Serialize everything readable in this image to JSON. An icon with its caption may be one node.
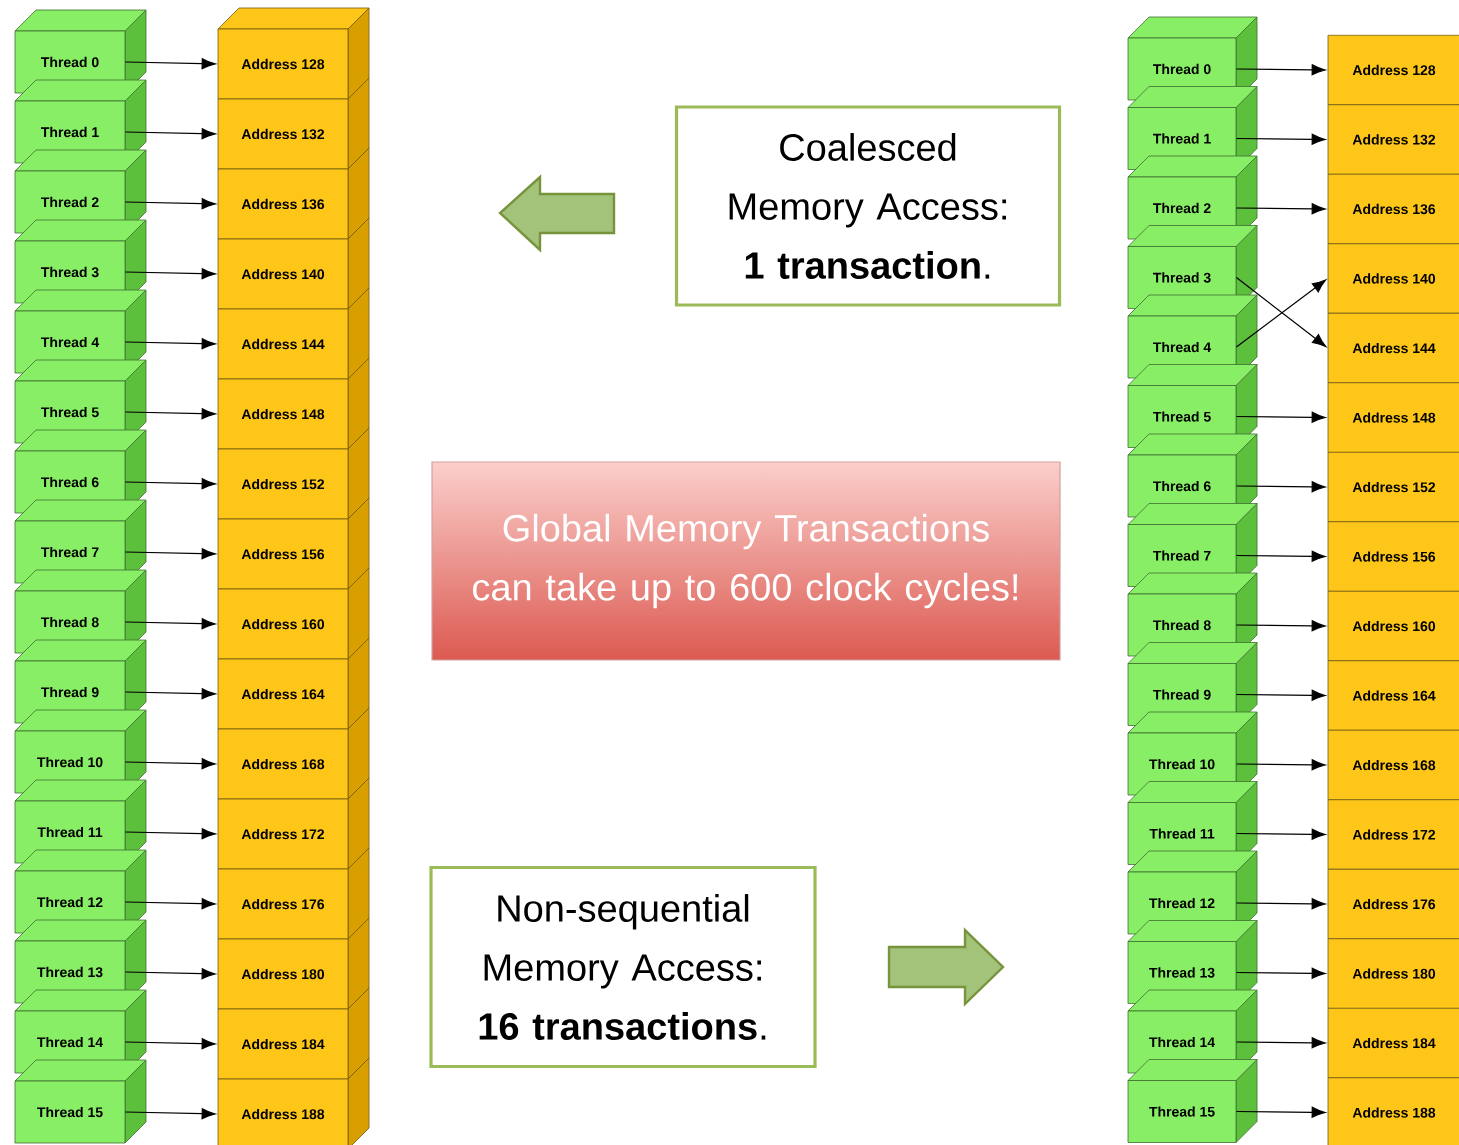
{
  "diagram": {
    "nodes": [
      {
        "text": [
          "Thread 0"
        ]
      },
      {
        "text": [
          "Thread 1"
        ]
      },
      {
        "text": [
          "Thread 2"
        ]
      },
      {
        "text": [
          "Thread 3"
        ]
      },
      {
        "text": [
          "Thread 4"
        ]
      },
      {
        "text": [
          "Thread 5"
        ]
      },
      {
        "text": [
          "Thread 6"
        ]
      },
      {
        "text": [
          "Thread 7"
        ]
      },
      {
        "text": [
          "Thread 8"
        ]
      },
      {
        "text": [
          "Thread 9"
        ]
      },
      {
        "text": [
          "Thread 10"
        ]
      },
      {
        "text": [
          "Thread 11"
        ]
      },
      {
        "text": [
          "Thread 12"
        ]
      },
      {
        "text": [
          "Thread 13"
        ]
      },
      {
        "text": [
          "Thread 14"
        ]
      },
      {
        "text": [
          "Thread 15"
        ]
      },
      {
        "text": [
          "Address 128"
        ]
      },
      {
        "text": [
          "Address 132"
        ]
      },
      {
        "text": [
          "Address 136"
        ]
      },
      {
        "text": [
          "Address 140"
        ]
      },
      {
        "text": [
          "Address 144"
        ]
      },
      {
        "text": [
          "Address 148"
        ]
      },
      {
        "text": [
          "Address 152"
        ]
      },
      {
        "text": [
          "Address 156"
        ]
      },
      {
        "text": [
          "Address 160"
        ]
      },
      {
        "text": [
          "Address 164"
        ]
      },
      {
        "text": [
          "Address 168"
        ]
      },
      {
        "text": [
          "Address 172"
        ]
      },
      {
        "text": [
          "Address 176"
        ]
      },
      {
        "text": [
          "Address 180"
        ]
      },
      {
        "text": [
          "Address 184"
        ]
      },
      {
        "text": [
          "Address 188"
        ]
      },
      {
        "text": [
          "Coalesced Memory Access: **1 transaction**."
        ]
      },
      {
        "text": [
          "Global Memory Transactions can take up to 600 clock cycles!"
        ]
      },
      {
        "text": [
          "Non-sequential Memory Access: **16 transactions**."
        ]
      },
      {
        "text": [
          "Thread 0"
        ]
      },
      {
        "text": [
          "Thread 1"
        ]
      },
      {
        "text": [
          "Thread 2"
        ]
      },
      {
        "text": [
          "Thread 3"
        ]
      },
      {
        "text": [
          "Thread 4"
        ]
      },
      {
        "text": [
          "Thread 5"
        ]
      },
      {
        "text": [
          "Thread 6"
        ]
      },
      {
        "text": [
          "Thread 7"
        ]
      },
      {
        "text": [
          "Thread 8"
        ]
      },
      {
        "text": [
          "Thread 9"
        ]
      },
      {
        "text": [
          "Thread 10"
        ]
      },
      {
        "text": [
          "Thread 11"
        ]
      },
      {
        "text": [
          "Thread 12"
        ]
      },
      {
        "text": [
          "Thread 13"
        ]
      },
      {
        "text": [
          "Thread 14"
        ]
      },
      {
        "text": [
          "Thread 15"
        ]
      },
      {
        "text": [
          "Address 128"
        ]
      },
      {
        "text": [
          "Address 132"
        ]
      },
      {
        "text": [
          "Address 136"
        ]
      },
      {
        "text": [
          "Address 140"
        ]
      },
      {
        "text": [
          "Address 144"
        ]
      },
      {
        "text": [
          "Address 148"
        ]
      },
      {
        "text": [
          "Address 152"
        ]
      },
      {
        "text": [
          "Address 156"
        ]
      },
      {
        "text": [
          "Address 160"
        ]
      },
      {
        "text": [
          "Address 164"
        ]
      },
      {
        "text": [
          "Address 168"
        ]
      },
      {
        "text": [
          "Address 172"
        ]
      },
      {
        "text": [
          "Address 176"
        ]
      },
      {
        "text": [
          "Address 180"
        ]
      },
      {
        "text": [
          "Address 184"
        ]
      },
      {
        "text": [
          "Address 188"
        ]
      }
    ],
    "edges": [
      {
        "from": 0,
        "to": 16,
        "arrow": "to"
      },
      {
        "from": 1,
        "to": 17,
        "arrow": "to"
      },
      {
        "from": 2,
        "to": 18,
        "arrow": "to"
      },
      {
        "from": 3,
        "to": 19,
        "arrow": "to"
      },
      {
        "from": 4,
        "to": 20,
        "arrow": "to"
      },
      {
        "from": 5,
        "to": 21,
        "arrow": "to"
      },
      {
        "from": 6,
        "to": 22,
        "arrow": "to"
      },
      {
        "from": 7,
        "to": 23,
        "arrow": "to"
      },
      {
        "from": 8,
        "to": 24,
        "arrow": "to"
      },
      {
        "from": 9,
        "to": 25,
        "arrow": "to"
      },
      {
        "from": 10,
        "to": 26,
        "arrow": "to"
      },
      {
        "from": 11,
        "to": 27,
        "arrow": "to"
      },
      {
        "from": 12,
        "to": 28,
        "arrow": "to"
      },
      {
        "from": 13,
        "to": 29,
        "arrow": "to"
      },
      {
        "from": 14,
        "to": 30,
        "arrow": "to"
      },
      {
        "from": 15,
        "to": 31,
        "arrow": "to"
      },
      {
        "from": 35,
        "to": 51,
        "arrow": "to"
      },
      {
        "from": 36,
        "to": 52,
        "arrow": "to"
      },
      {
        "from": 37,
        "to": 53,
        "arrow": "to"
      },
      {
        "from": 38,
        "to": 55,
        "arrow": "to"
      },
      {
        "from": 39,
        "to": 54,
        "arrow": "to"
      },
      {
        "from": 40,
        "to": 56,
        "arrow": "to"
      },
      {
        "from": 41,
        "to": 57,
        "arrow": "to"
      },
      {
        "from": 42,
        "to": 58,
        "arrow": "to"
      },
      {
        "from": 43,
        "to": 59,
        "arrow": "to"
      },
      {
        "from": 44,
        "to": 60,
        "arrow": "to"
      },
      {
        "from": 45,
        "to": 61,
        "arrow": "to"
      },
      {
        "from": 46,
        "to": 62,
        "arrow": "to"
      },
      {
        "from": 47,
        "to": 63,
        "arrow": "to"
      },
      {
        "from": 48,
        "to": 64,
        "arrow": "to"
      },
      {
        "from": 49,
        "to": 65,
        "arrow": "to"
      },
      {
        "from": 50,
        "to": 66,
        "arrow": "to"
      }
    ]
  }
}
